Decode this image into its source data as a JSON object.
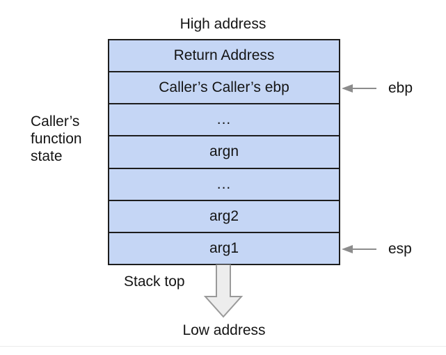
{
  "diagram": {
    "title_top": "High address",
    "title_bottom": "Low address",
    "stack_top_label": "Stack top",
    "left_caption_lines": [
      "Caller’s",
      "function",
      "state"
    ],
    "colors": {
      "cell_fill": "#c5d6f5",
      "cell_border": "#1d1d1d",
      "text": "#141414",
      "arrow_gray": "#8c8c8c",
      "block_arrow_fill": "#ededed",
      "block_arrow_stroke": "#9a9a9a",
      "divider": "#ebebeb"
    },
    "stack_rows": [
      {
        "label": "Return Address"
      },
      {
        "label": "Caller’s Caller’s ebp"
      },
      {
        "label": "..."
      },
      {
        "label": "argn"
      },
      {
        "label": "..."
      },
      {
        "label": "arg2"
      },
      {
        "label": "arg1"
      }
    ],
    "pointers": [
      {
        "label": "ebp",
        "target_row": 1,
        "direction": "left"
      },
      {
        "label": "esp",
        "target_row": 6,
        "direction": "left"
      }
    ],
    "growth_arrow": {
      "direction": "down",
      "meaning": "stack grows toward low address"
    }
  }
}
